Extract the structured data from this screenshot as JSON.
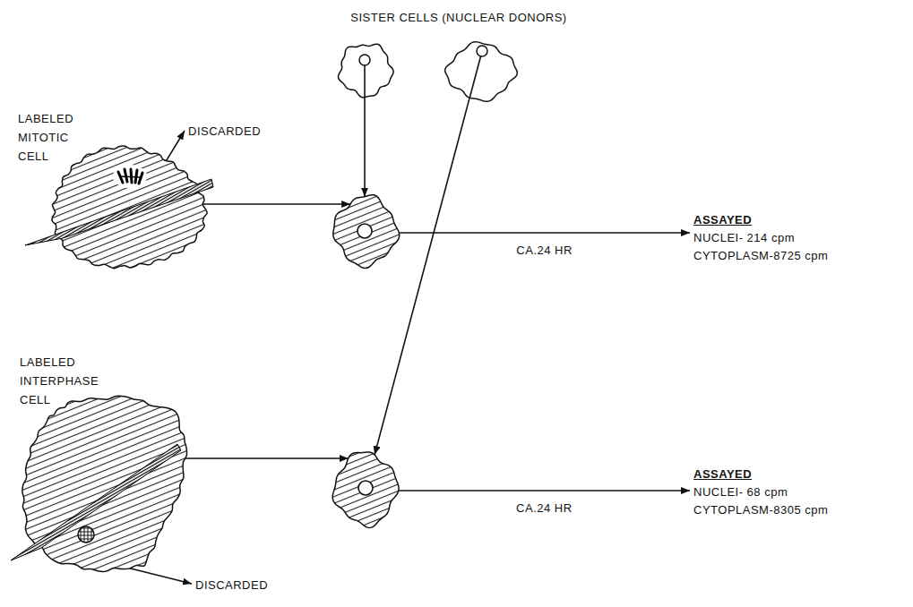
{
  "diagram": {
    "nodes": [
      {
        "text": []
      },
      {
        "text": []
      },
      {
        "text": [
          "LABELED MITOTIC CELL"
        ]
      },
      {
        "text": [
          "DISCARDED"
        ]
      },
      {
        "text": []
      },
      {
        "text": [
          "ASSAYED",
          "NUCLEI- 214 cpm",
          "CYTOPLASM-8725 cpm"
        ]
      },
      {
        "text": [
          "LABELED INTERPHASE CELL"
        ]
      },
      {
        "text": []
      },
      {
        "text": [
          "ASSAYED",
          "NUCLEI- 68 cpm",
          "CYTOPLASM-8305 cpm"
        ]
      },
      {
        "text": [
          "DISCARDED"
        ]
      }
    ],
    "edges": [
      {
        "from": 2,
        "to": 3,
        "arrow": "to"
      },
      {
        "from": 2,
        "to": 4,
        "arrow": "to"
      },
      {
        "from": 0,
        "to": 4,
        "arrow": "to"
      },
      {
        "from": 4,
        "to": 5,
        "label": "CA.24 HR",
        "arrow": "to"
      },
      {
        "from": 6,
        "to": 7,
        "arrow": "to"
      },
      {
        "from": 1,
        "to": 7,
        "arrow": "to"
      },
      {
        "from": 7,
        "to": 8,
        "label": "CA.24 HR",
        "arrow": "to"
      },
      {
        "from": 6,
        "to": 9,
        "arrow": "to"
      }
    ],
    "labels": [
      "SISTER CELLS (NUCLEAR DONORS)"
    ]
  }
}
